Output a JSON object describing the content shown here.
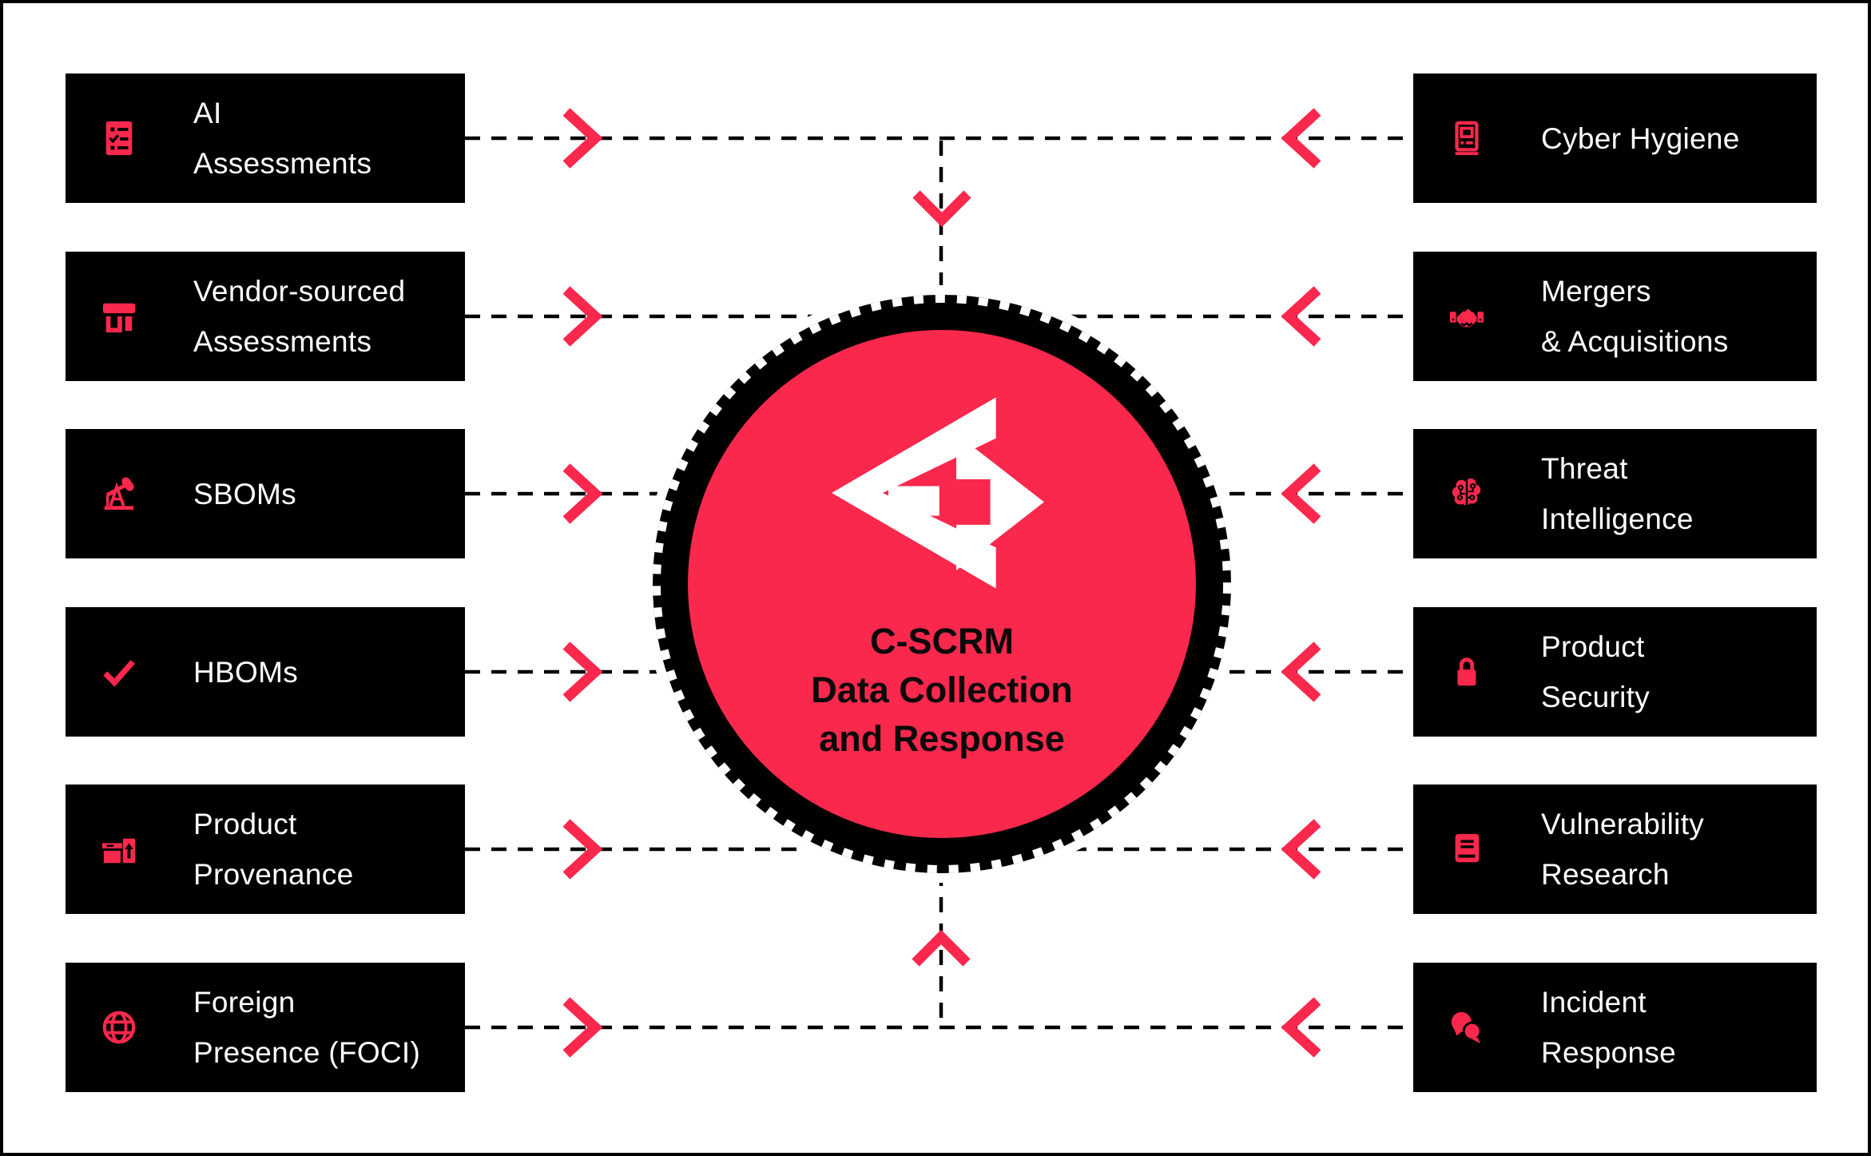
{
  "diagram_title": "C-SCRM Data Collection and Response",
  "colors": {
    "accent": "#f9284c",
    "box_bg": "#000000",
    "box_text": "#ffffff",
    "line": "#000000",
    "center_fill": "#f9284c",
    "center_ring": "#000000",
    "center_text": "#0a0a0a",
    "logo": "#ffffff",
    "background": "#ffffff"
  },
  "center": {
    "lines": [
      "C-SCRM",
      "Data Collection",
      "and Response"
    ],
    "logo_icon": "double-chevron-logo"
  },
  "connectors": {
    "line_style": "dashed",
    "arrowhead_shape": "chevron",
    "direction": "all arrows point toward center circle"
  },
  "left_items": [
    {
      "label": "AI Assessments",
      "lines": [
        "AI",
        "Assessments"
      ],
      "icon": "checklist-icon"
    },
    {
      "label": "Vendor-sourced Assessments",
      "lines": [
        "Vendor-sourced",
        "Assessments"
      ],
      "icon": "storefront-icon"
    },
    {
      "label": "SBOMs",
      "lines": [
        "SBOMs"
      ],
      "icon": "pumpjack-icon"
    },
    {
      "label": "HBOMs",
      "lines": [
        "HBOMs"
      ],
      "icon": "checkmark-icon"
    },
    {
      "label": "Product Provenance",
      "lines": [
        "Product",
        "Provenance"
      ],
      "icon": "package-export-icon"
    },
    {
      "label": "Foreign Presence (FOCI)",
      "lines": [
        "Foreign",
        "Presence (FOCI)"
      ],
      "icon": "globe-icon"
    }
  ],
  "right_items": [
    {
      "label": "Cyber Hygiene",
      "lines": [
        "Cyber Hygiene"
      ],
      "icon": "computer-icon"
    },
    {
      "label": "Mergers & Acquisitions",
      "lines": [
        "Mergers",
        "& Acquisitions"
      ],
      "icon": "handshake-icon"
    },
    {
      "label": "Threat Intelligence",
      "lines": [
        "Threat",
        "Intelligence"
      ],
      "icon": "ai-brain-icon"
    },
    {
      "label": "Product Security",
      "lines": [
        "Product",
        "Security"
      ],
      "icon": "lock-icon"
    },
    {
      "label": "Vulnerability Research",
      "lines": [
        "Vulnerability",
        "Research"
      ],
      "icon": "book-icon"
    },
    {
      "label": "Incident Response",
      "lines": [
        "Incident",
        "Response"
      ],
      "icon": "chat-bubbles-icon"
    }
  ]
}
